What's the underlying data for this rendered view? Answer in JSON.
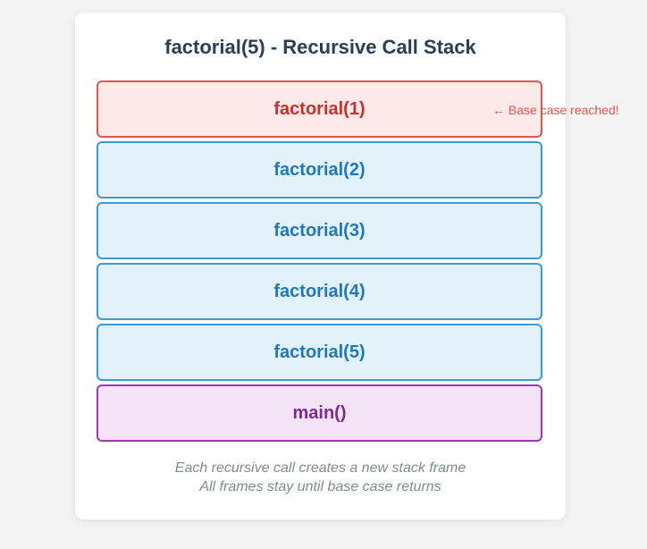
{
  "title": "factorial(5) - Recursive Call Stack",
  "stack": [
    {
      "label": "factorial(1)",
      "kind": "base"
    },
    {
      "label": "factorial(2)",
      "kind": "call"
    },
    {
      "label": "factorial(3)",
      "kind": "call"
    },
    {
      "label": "factorial(4)",
      "kind": "call"
    },
    {
      "label": "factorial(5)",
      "kind": "call"
    },
    {
      "label": "main()",
      "kind": "main"
    }
  ],
  "annotation": "← Base case reached!",
  "caption": {
    "line1": "Each recursive call creates a new stack frame",
    "line2": "All frames stay until base case returns"
  },
  "colors": {
    "base_fill": "#fde9ea",
    "base_border": "#e25550",
    "call_fill": "#e3f1fb",
    "call_border": "#3d9ad9",
    "main_fill": "#f3e3f4",
    "main_border": "#9c3aae"
  }
}
